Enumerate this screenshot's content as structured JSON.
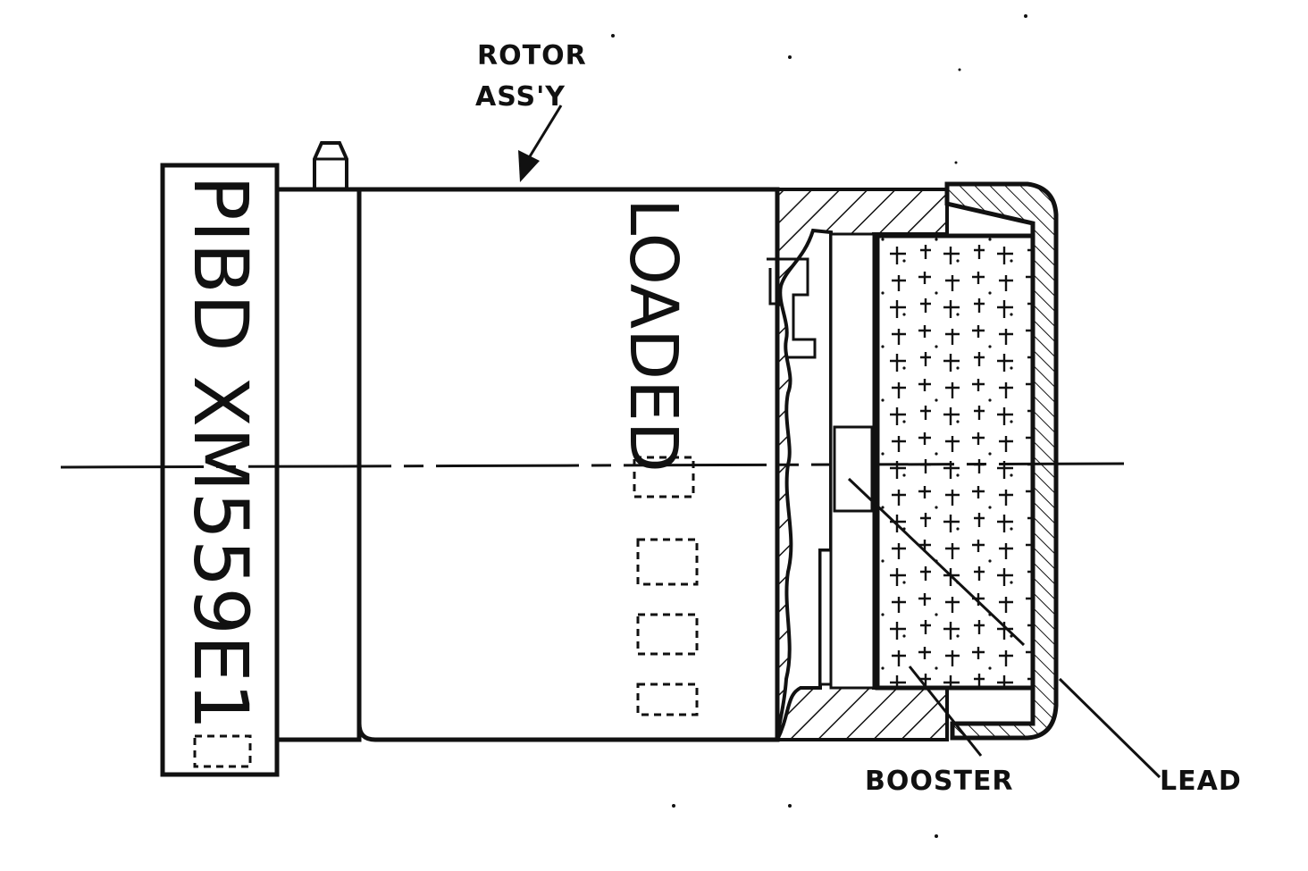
{
  "labels": {
    "rotor_line1": "ROTOR",
    "rotor_line2": "ASS'Y",
    "booster": "BOOSTER",
    "lead": "LEAD"
  },
  "stamps": {
    "band_text": "PIBD XM559E1",
    "body_text": "LOADED"
  },
  "colors": {
    "ink": "#111111",
    "paper": "#ffffff"
  }
}
